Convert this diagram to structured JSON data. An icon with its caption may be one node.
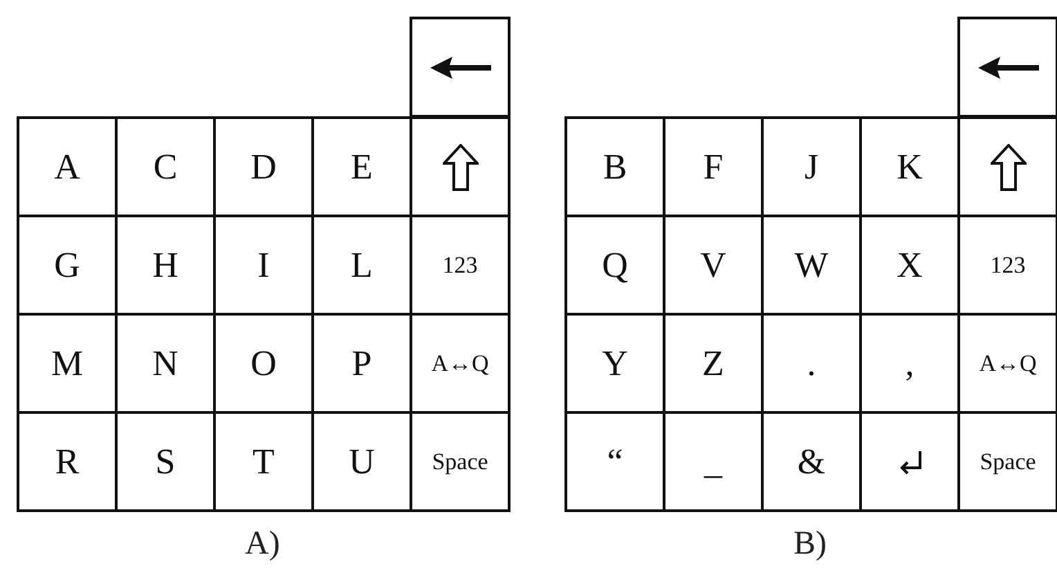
{
  "diagram": {
    "labels": [
      "A",
      "C",
      "D",
      "E",
      "G",
      "H",
      "I",
      "L",
      "123",
      "M",
      "N",
      "O",
      "P",
      "A↔Q",
      "R",
      "S",
      "T",
      "U",
      "Space",
      "A)",
      "B",
      "F",
      "J",
      "K",
      "Q",
      "V",
      "W",
      "X",
      "123",
      "Y",
      "Z",
      ".",
      ",",
      "A↔Q",
      "“",
      "_",
      "&",
      "Space",
      "B)"
    ]
  }
}
